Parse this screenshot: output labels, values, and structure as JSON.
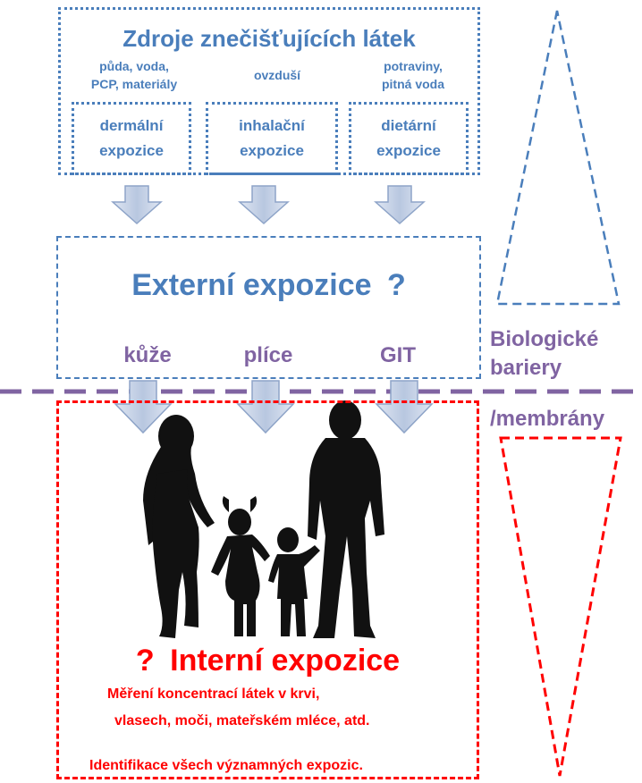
{
  "sources": {
    "title": "Zdroje znečišťujících látek",
    "labels": [
      {
        "line1": "půda, voda,",
        "line2": "PCP, materiály"
      },
      {
        "line1": "ovzduší",
        "line2": ""
      },
      {
        "line1": "potraviny,",
        "line2": "pitná voda"
      }
    ],
    "routes": [
      {
        "line1": "dermální",
        "line2": "expozice"
      },
      {
        "line1": "inhalační",
        "line2": "expozice"
      },
      {
        "line1": "dietární",
        "line2": "expozice"
      }
    ]
  },
  "external": {
    "title": "Externí expozice",
    "question_mark": "?",
    "routes": [
      "kůže",
      "plíce",
      "GIT"
    ]
  },
  "barriers": {
    "line1": "Biologické",
    "line2": "bariery",
    "line3": "/membrány"
  },
  "internal": {
    "question_mark": "?",
    "title": "Interní expozice",
    "note_line1": "Měření koncentrací látek v krvi,",
    "note_line2": "vlasech, moči, mateřském mléce, atd.",
    "note_line3": "Identifikace všech významných expozic."
  },
  "colors": {
    "blue": "#4a7ebb",
    "purple": "#8064a2",
    "red": "#ff0000",
    "arrow_fill": "#c5d1e6"
  },
  "icons": {
    "arrow": "down-arrow-icon",
    "family": "family-silhouette-icon",
    "triangle_up": "triangle-up-outline",
    "triangle_down": "triangle-down-outline"
  }
}
